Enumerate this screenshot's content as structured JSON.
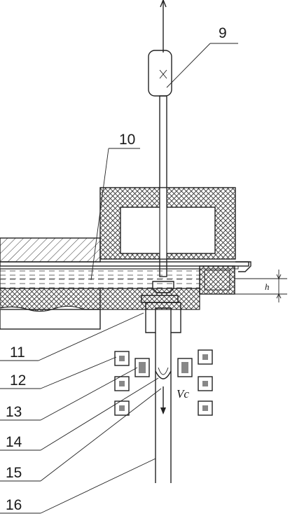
{
  "labels": {
    "l9": "9",
    "l10": "10",
    "l11": "11",
    "l12": "12",
    "l13": "13",
    "l14": "14",
    "l15": "15",
    "l16": "16",
    "h": "h",
    "vc": "Vc"
  }
}
